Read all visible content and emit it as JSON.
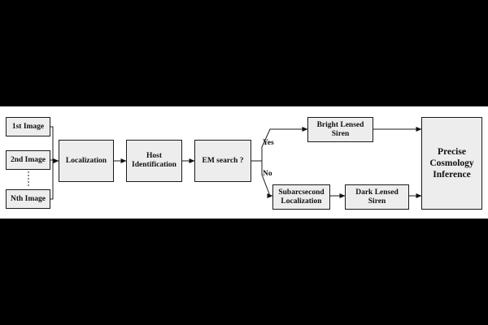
{
  "diagram": {
    "nodes": {
      "img1": "1st Image",
      "img2": "2nd Image",
      "imgN": "Nth Image",
      "localization": "Localization",
      "host": "Host\nIdentification",
      "em": "EM search ?",
      "bright": "Bright Lensed\nSiren",
      "subarc": "Subarcsecond\nLocalization",
      "dark": "Dark Lensed\nSiren",
      "precise": "Precise\nCosmology\nInference"
    },
    "edges": {
      "yes": "Yes",
      "no": "No"
    }
  }
}
